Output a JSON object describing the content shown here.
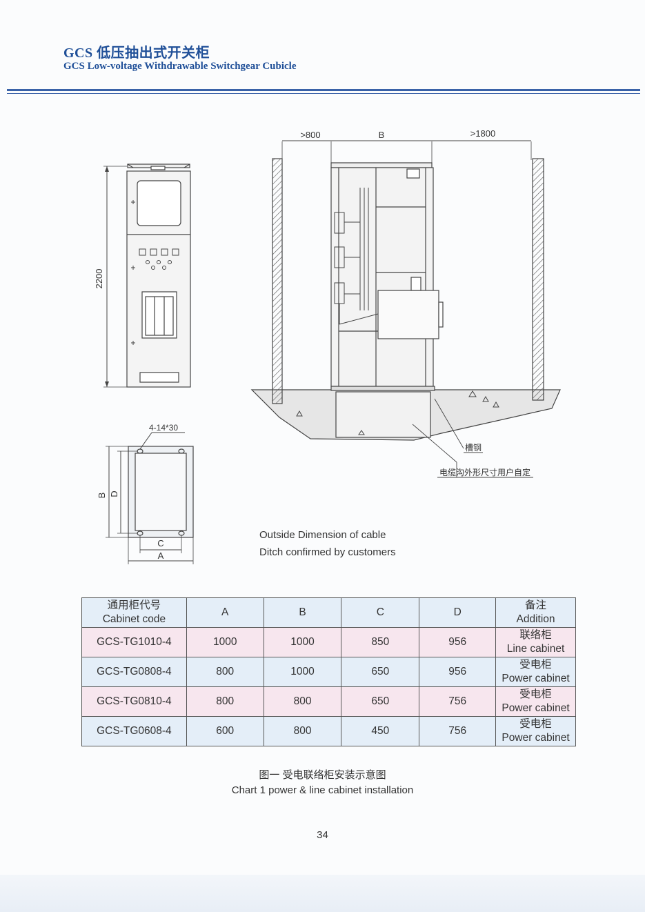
{
  "header": {
    "title_cn": "GCS 低压抽出式开关柜",
    "title_en": "GCS Low-voltage Withdrawable Switchgear Cubicle"
  },
  "front_view": {
    "height_label": "2200"
  },
  "plan_view": {
    "hole_label": "4-14*30",
    "dim_b": "B",
    "dim_d": "D",
    "dim_c": "C",
    "dim_a": "A"
  },
  "section_view": {
    "front_clearance": ">800",
    "width_label": "B",
    "rear_clearance": ">1800",
    "channel_steel_label": "槽钢",
    "ditch_label_cn": "电缆沟外形尺寸用户自定"
  },
  "ditch_note": {
    "line1": "Outside Dimension of cable",
    "line2": "Ditch confirmed by customers"
  },
  "table": {
    "header": {
      "code_cn": "通用柜代号",
      "code_en": "Cabinet code",
      "a": "A",
      "b": "B",
      "c": "C",
      "d": "D",
      "note_cn": "备注",
      "note_en": "Addition"
    },
    "rows": [
      {
        "code": "GCS-TG1010-4",
        "a": "1000",
        "b": "1000",
        "c": "850",
        "d": "956",
        "note_cn": "联络柜",
        "note_en": "Line cabinet"
      },
      {
        "code": "GCS-TG0808-4",
        "a": "800",
        "b": "1000",
        "c": "650",
        "d": "956",
        "note_cn": "受电柜",
        "note_en": "Power cabinet"
      },
      {
        "code": "GCS-TG0810-4",
        "a": "800",
        "b": "800",
        "c": "650",
        "d": "756",
        "note_cn": "受电柜",
        "note_en": "Power cabinet"
      },
      {
        "code": "GCS-TG0608-4",
        "a": "600",
        "b": "800",
        "c": "450",
        "d": "756",
        "note_cn": "受电柜",
        "note_en": "Power cabinet"
      }
    ]
  },
  "caption": {
    "cn": "图一 受电联络柜安装示意图",
    "en": "Chart 1 power & line cabinet installation"
  },
  "page_number": "34",
  "colors": {
    "brand_blue": "#1f4f98",
    "rule_blue": "#3a62a8",
    "row_blue": "#e4eef8",
    "row_pink": "#f7e6ee"
  }
}
